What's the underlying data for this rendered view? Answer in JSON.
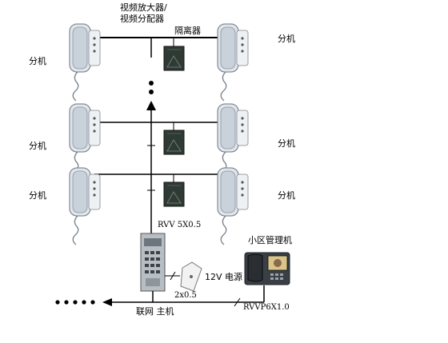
{
  "labels": {
    "amp_line1": "视频放大器/",
    "amp_line2": "视频分配器",
    "isolator": "隔离器",
    "extension": "分机",
    "cable_riser": "RVV 5X0.5",
    "power": "12V 电源",
    "cable_short": "2x0.5",
    "manager": "小区管理机",
    "host": "联网 主机",
    "cable_bus": "RVVP6X1.0"
  },
  "extensions": {
    "left": [
      "分机",
      "分机",
      "分机"
    ],
    "right": [
      "分机",
      "分机",
      "分机"
    ]
  },
  "colors": {
    "line": "#000000",
    "handset": "#d6dde3",
    "isolator": "#2f3a35",
    "panel": "#b8bec4",
    "monitor": "#3a3f45"
  }
}
